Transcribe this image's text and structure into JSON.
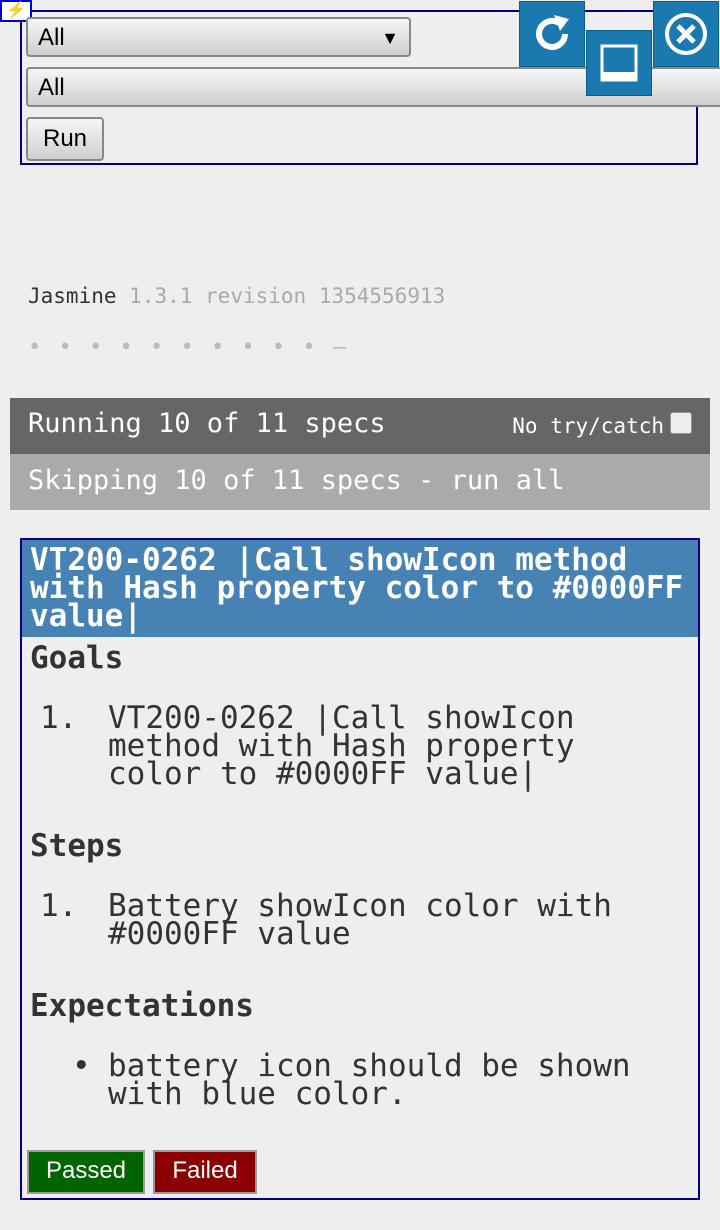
{
  "controls": {
    "select_suite": "All",
    "select_filter": "All",
    "run_label": "Run"
  },
  "icons": {
    "corner": "link-icon",
    "refresh": "refresh-icon",
    "minimize": "minimize-icon",
    "close": "close-icon"
  },
  "jasmine": {
    "name": "Jasmine",
    "version": "1.3.1 revision 1354556913",
    "progress_dots": "• • • • • • • • • • –",
    "running_text": "Running 10 of 11 specs",
    "no_try_catch_label": "No try/catch",
    "skipping_text": "Skipping 10 of 11 specs - run all"
  },
  "spec": {
    "title": "VT200-0262 |Call showIcon method with Hash property color to #0000FF value|",
    "goals_heading": "Goals",
    "goals": [
      {
        "num": "1.",
        "text": "VT200-0262 |Call showIcon method with Hash property color to #0000FF value|"
      }
    ],
    "steps_heading": "Steps",
    "steps": [
      {
        "num": "1.",
        "text": "Battery showIcon color with #0000FF value"
      }
    ],
    "expectations_heading": "Expectations",
    "expectations": [
      {
        "bullet": "•",
        "text": "battery icon should be shown with blue color."
      }
    ],
    "passed_label": "Passed",
    "failed_label": "Failed"
  },
  "colors": {
    "title_bg": "#4682b4",
    "passed": "#006400",
    "failed": "#8b0000",
    "window_button": "#1a7ab0"
  }
}
